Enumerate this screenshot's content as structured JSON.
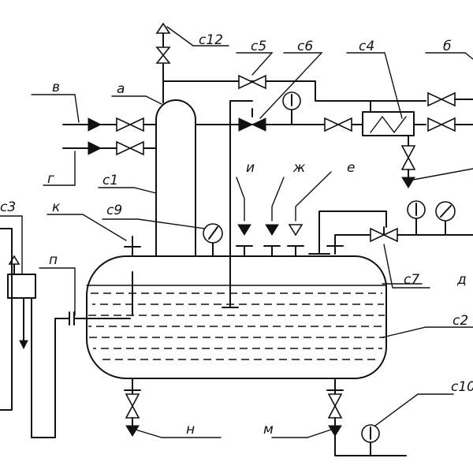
{
  "labels": {
    "c12": "c12",
    "c5": "c5",
    "c6": "c6",
    "c4": "c4",
    "b": "б",
    "v": "в",
    "a": "а",
    "g": "г",
    "c1": "c1",
    "i": "и",
    "zh": "ж",
    "e": "е",
    "c3": "c3",
    "k": "к",
    "c9": "c9",
    "p": "п",
    "c7": "c7",
    "d": "д",
    "c2": "c2",
    "c10": "c10",
    "n": "н",
    "m": "м"
  }
}
